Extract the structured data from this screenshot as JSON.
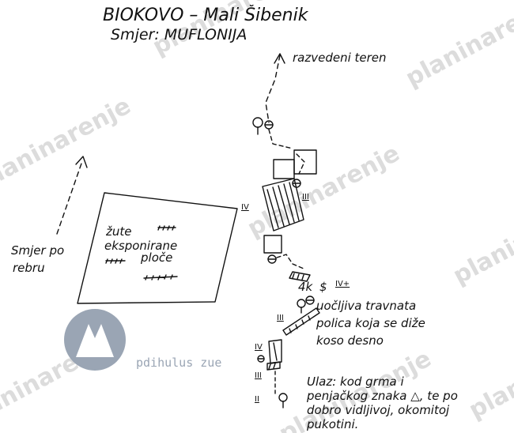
{
  "title": "BIOKOVO – Mali Šibenik",
  "subtitle": "Smjer: MUFLONIJA",
  "labels": {
    "top_arrow": "razvedeni teren",
    "ridge_line1": "Smjer po",
    "ridge_line2": "rebru",
    "plates_line1": "žute",
    "plates_line2": "eksponirane",
    "plates_line3": "ploče",
    "grass_line1": "uočljiva travnata",
    "grass_line2": "polica koja se diže",
    "grass_line3": "koso desno",
    "entry_line1": "Ulaz: kod grma i",
    "entry_line2": "penjačkog znaka △, te po",
    "entry_line3": "dobro vidljivoj, okomitoj",
    "entry_line4": "pukotini.",
    "grade_4k": "4k",
    "grade_IVplus": "IV+",
    "grade_III_a": "III",
    "grade_IV_a": "IV",
    "grade_III_b": "III",
    "grade_IV_b": "IV",
    "grade_III_c": "III",
    "grade_II": "II"
  },
  "watermark": {
    "text": "planinarenje",
    "logo_text": "pdihulus zue"
  },
  "colors": {
    "ink": "#111111",
    "watermark": "#d9d9d9",
    "logo": "#9aa5b4"
  }
}
